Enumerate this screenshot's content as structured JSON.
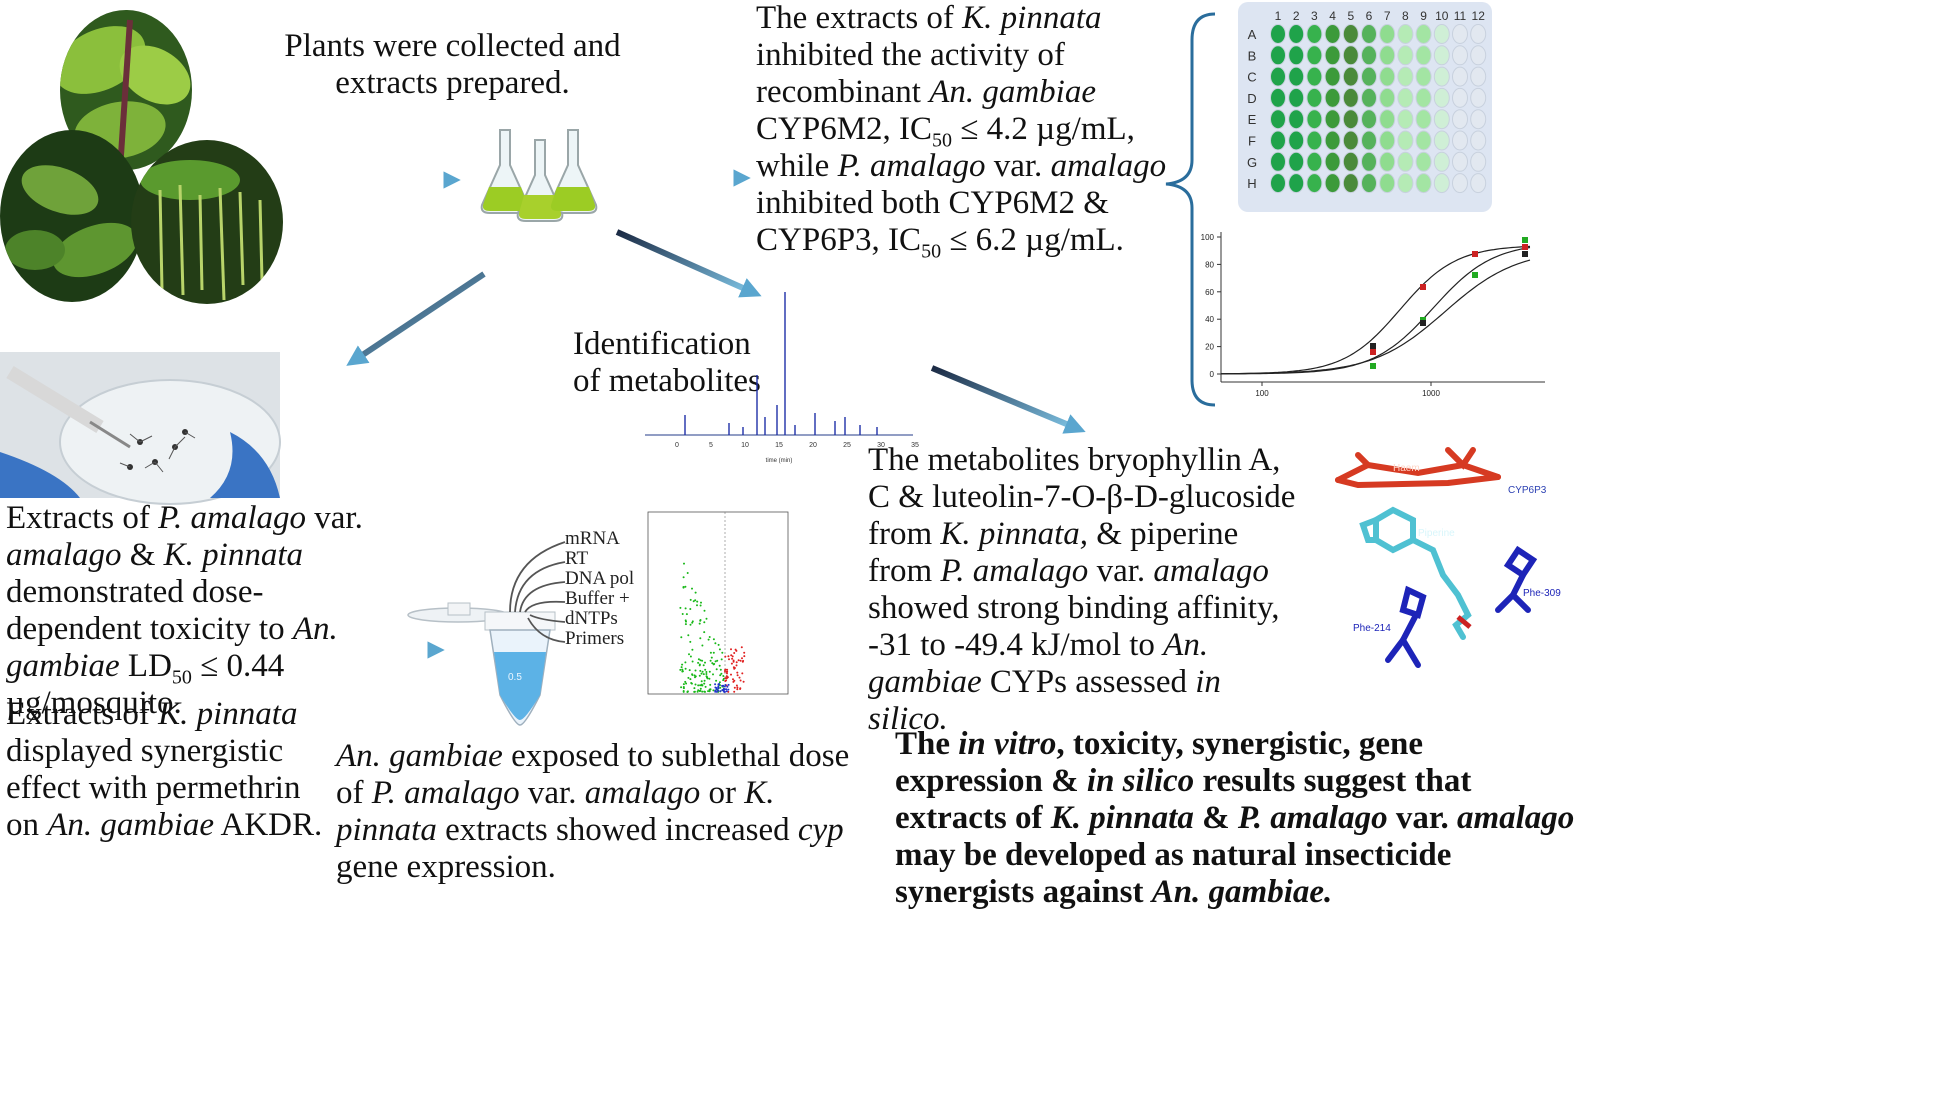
{
  "step1": {
    "text": "Plants were collected and extracts prepared."
  },
  "cyp_inhibition": {
    "p1": "The extracts of ",
    "species1": "K. pinnata",
    "p2": " inhibited the activity of recombinant ",
    "species2": "An. gambiae",
    "p3": " CYP6M2, IC",
    "sub1": "50",
    "p4": " ≤ 4.2 µg/mL, while ",
    "species3a": "P. amalago",
    "p5": " var. ",
    "species3b": "amalago",
    "p6": " inhibited both CYP6M2 & CYP6P3, IC",
    "sub2": "50",
    "p7": " ≤ 6.2 µg/mL."
  },
  "plate": {
    "columns": [
      "1",
      "2",
      "3",
      "4",
      "5",
      "6",
      "7",
      "8",
      "9",
      "10",
      "11",
      "12"
    ],
    "rows": [
      "A",
      "B",
      "C",
      "D",
      "E",
      "F",
      "G",
      "H"
    ],
    "column_colors": [
      "#1fa34a",
      "#1fa34a",
      "#37b24d",
      "#3c9a3a",
      "#4a8a3a",
      "#55b25b",
      "#8fdc8f",
      "#b5ebb5",
      "#a3e5a3",
      "#cfefd6",
      "#e2e8f0",
      "#e2e8f0"
    ]
  },
  "dose_curve": {
    "y_ticks": [
      "0",
      "20",
      "40",
      "60",
      "80",
      "100"
    ],
    "x_ticks": [
      "100",
      "1000"
    ]
  },
  "metabolites": {
    "label_line1": "Identification",
    "label_line2": "of metabolites",
    "x_ticks": [
      "0",
      "5",
      "10",
      "15",
      "20",
      "25",
      "30",
      "35"
    ],
    "xlabel": "time (min)"
  },
  "binding": {
    "p1": "The metabolites bryophyllin A, C & luteolin-7-O-β-D-glucoside from ",
    "species1": "K. pinnata,",
    "p2": " & piperine from ",
    "species2": "P. amalago",
    "p3": " var. ",
    "species3": "amalago",
    "p4": " showed strong binding affinity, -31 to -49.4 kJ/mol to ",
    "species4": "An. gambiae",
    "p5": " CYPs assessed ",
    "species5": "in silico.",
    "labels": {
      "haem": "Haem",
      "cyp": "CYP6P3",
      "piperine": "Piperine",
      "phe309": "Phe-309",
      "phe214": "Phe-214"
    }
  },
  "toxicity": {
    "p1": "Extracts of ",
    "species1": "P. amalago",
    "p2": " var. ",
    "species2": "amalago",
    "p3": " & ",
    "species3": "K. pinnata",
    "p4": " demonstrated dose-dependent toxicity to ",
    "species4": "An. gambiae",
    "p5": " LD",
    "sub": "50",
    "p6": " ≤ 0.44 µg/mosquito."
  },
  "synergy": {
    "p1": "Extracts of ",
    "species1": "K. pinnata",
    "p2": " displayed synergistic effect with permethrin on ",
    "species2": "An. gambiae",
    "p3": " AKDR."
  },
  "pcr": {
    "reagents": [
      "mRNA",
      "RT",
      "DNA pol",
      "Buffer +",
      "dNTPs",
      "Primers"
    ],
    "tube_label": "0.5"
  },
  "expression": {
    "species1": "An. gambiae",
    "p1": " exposed to sublethal dose of ",
    "species2": "P. amalago",
    "p2": " var. ",
    "species3": "amalago",
    "p3": " or ",
    "species4": "K. pinnata",
    "p4": " extracts showed increased ",
    "gene": "cyp",
    "p5": " gene expression."
  },
  "conclusion": {
    "p1": "The ",
    "it1": "in vitro",
    "p2": ", toxicity, synergistic, gene expression & ",
    "it2": "in silico",
    "p3": " results suggest that extracts of ",
    "it3": "K. pinnata",
    "p4": " & ",
    "it4": "P. amalago",
    "p5": " var. ",
    "it5": "amalago",
    "p6": " may be developed as natural insecticide synergists against ",
    "it6": "An. gambiae."
  },
  "colors": {
    "arrow": "#3f86b8",
    "arrow_dark": "#1e2f4a",
    "green_extract": "#9ccc24",
    "haem": "#d63a22",
    "piperine": "#4fc1d2",
    "phe": "#1d24b8"
  }
}
